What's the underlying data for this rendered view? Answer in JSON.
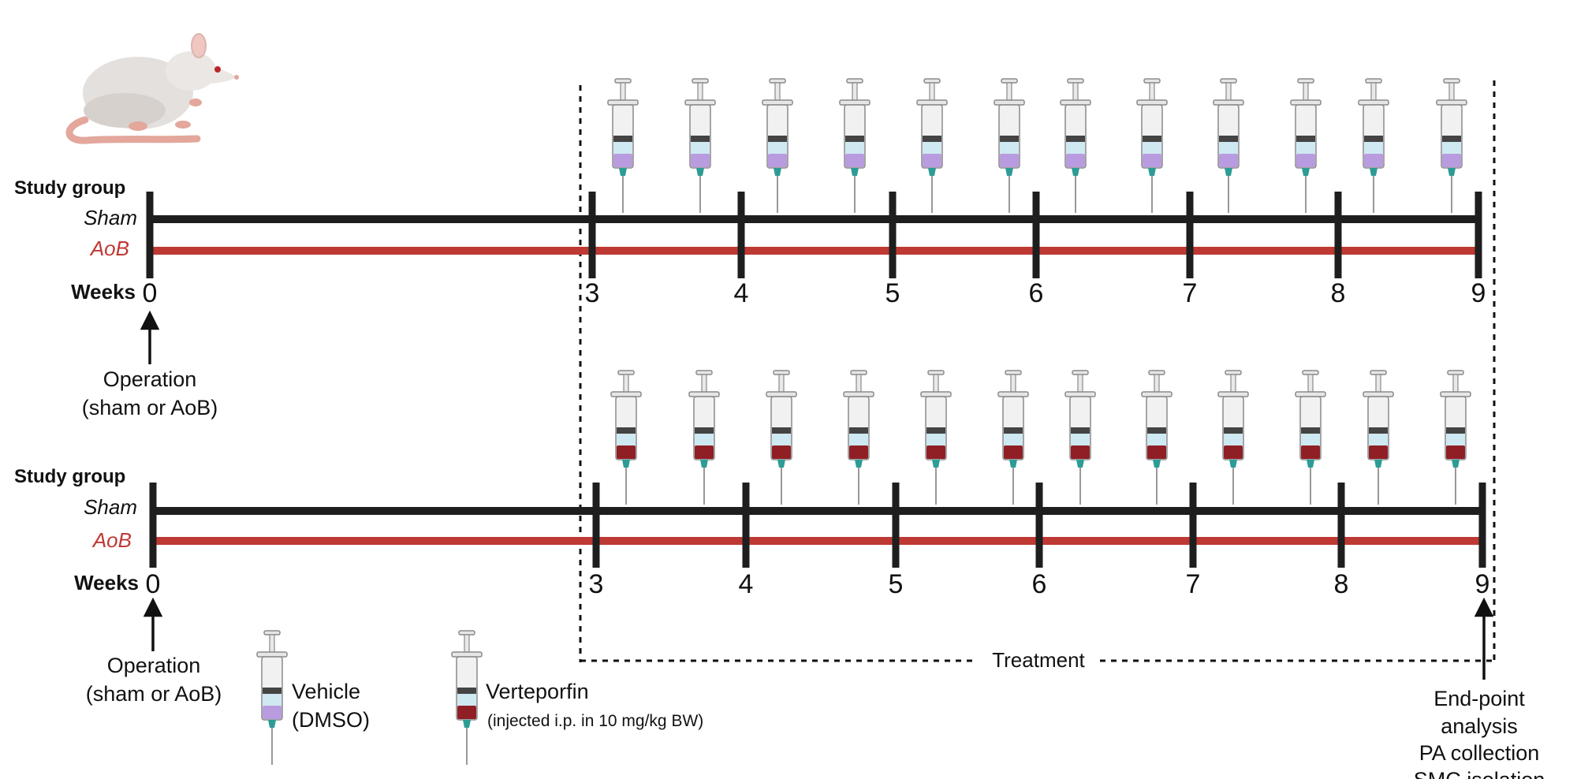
{
  "colors": {
    "sham": "#1e1e1e",
    "aob": "#bf3934",
    "vehicle_fill": "#b99be0",
    "verteporfin_fill": "#8f1f25",
    "needle": "#2c9c95",
    "saline": "#cfe9f2"
  },
  "panels": [
    {
      "study_group_label": "Study group",
      "groups": [
        {
          "name": "Sham",
          "color": "#1e1e1e"
        },
        {
          "name": "AoB",
          "color": "#bf3934"
        }
      ],
      "axis_label": "Weeks",
      "weeks": [
        "0",
        "3",
        "4",
        "5",
        "6",
        "7",
        "8",
        "9"
      ],
      "injection": "Vehicle",
      "injection_count": 12,
      "annotation": {
        "line1": "Operation",
        "line2": "(sham or AoB)"
      }
    },
    {
      "study_group_label": "Study group",
      "groups": [
        {
          "name": "Sham",
          "color": "#1e1e1e"
        },
        {
          "name": "AoB",
          "color": "#bf3934"
        }
      ],
      "axis_label": "Weeks",
      "weeks": [
        "0",
        "3",
        "4",
        "5",
        "6",
        "7",
        "8",
        "9"
      ],
      "injection": "Verteporfin",
      "injection_count": 12,
      "annotation": {
        "line1": "Operation",
        "line2": "(sham or AoB)"
      }
    }
  ],
  "treatment_label": "Treatment",
  "legend": {
    "vehicle": {
      "line1": "Vehicle",
      "line2": "(DMSO)"
    },
    "verteporfin": {
      "line1": "Verteporfin",
      "line2": "(injected i.p. in 10 mg/kg BW)"
    }
  },
  "endpoint": {
    "lines": [
      "End-point",
      "analysis",
      "PA collection",
      "SMC isolation"
    ]
  },
  "icons": {
    "animal": "rat-icon",
    "syringe": "syringe-icon",
    "arrow": "arrow-up-icon"
  }
}
